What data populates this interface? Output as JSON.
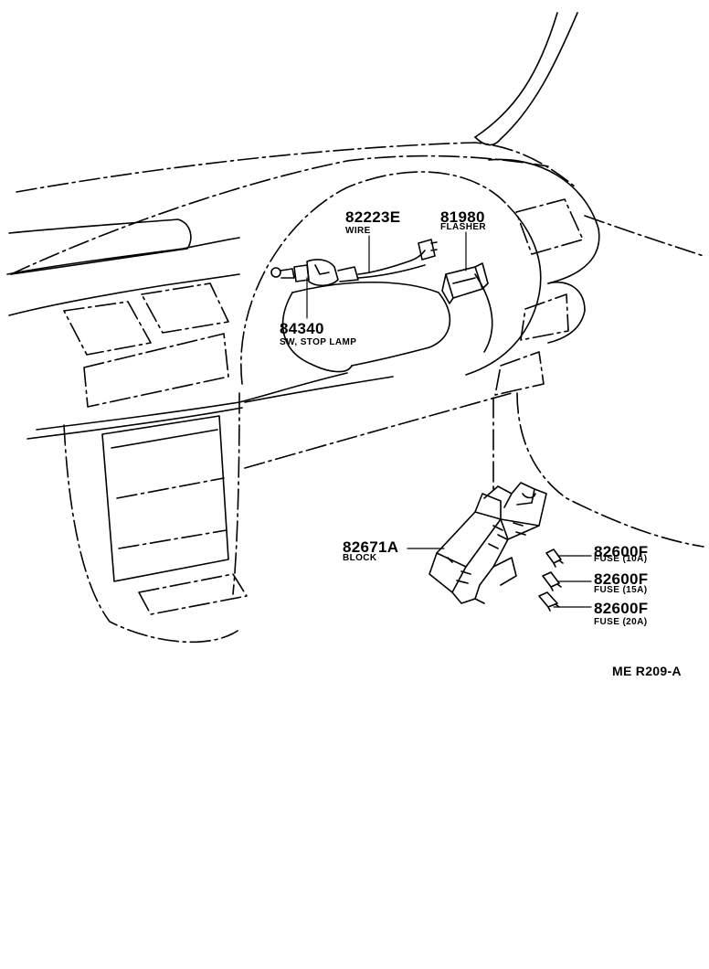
{
  "diagram_code": "ME R209-A",
  "parts": {
    "wire": {
      "number": "82223E",
      "name": "WIRE"
    },
    "flasher": {
      "number": "81980",
      "name": "FLASHER"
    },
    "stop_lamp_switch": {
      "number": "84340",
      "name": "SW, STOP LAMP"
    },
    "block": {
      "number": "82671A",
      "name": "BLOCK"
    },
    "fuse_10a": {
      "number": "82600F",
      "name": "FUSE (10A)"
    },
    "fuse_15a": {
      "number": "82600F",
      "name": "FUSE (15A)"
    },
    "fuse_20a": {
      "number": "82600F",
      "name": "FUSE (20A)"
    }
  }
}
